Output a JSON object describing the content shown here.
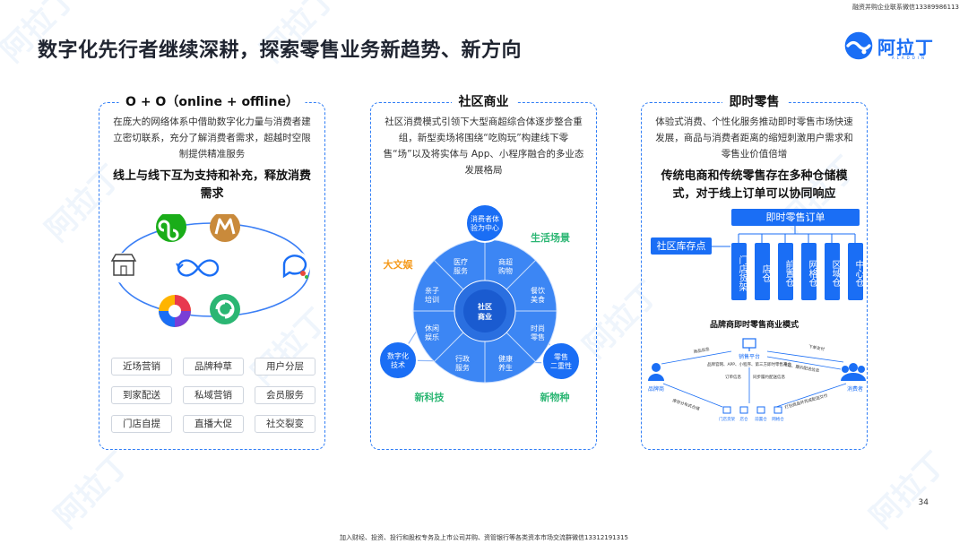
{
  "top_note": "融资并购企业联系微信13389986113",
  "title": "数字化先行者继续深耕，探索零售业务新趋势、新方向",
  "logo": {
    "text": "阿拉丁",
    "sub": "ALADDIN"
  },
  "watermark": "阿拉丁",
  "panels": {
    "o2o": {
      "title": "O + O（online + offline）",
      "desc": "在庞大的网络体系中借助数字化力量与消费者建立密切联系，充分了解消费者需求，超越时空限制提供精准服务",
      "strong": "线上与线下互为支持和补充，释放消费需求",
      "tags": [
        "近场营销",
        "品牌种草",
        "用户分层",
        "到家配送",
        "私域营销",
        "会员服务",
        "门店自提",
        "直播大促",
        "社交裂变"
      ]
    },
    "community": {
      "title": "社区商业",
      "desc": "社区消费模式引领下大型商超综合体逐步整合重组，新型卖场将围绕“吃购玩”构建线下零售“场”以及将实体与 App、小程序融合的多业态发展格局",
      "center": "社区商业",
      "top_node": "消费者体验为中心",
      "left_node": "数字化技术",
      "right_node": "零售二重性",
      "segments": [
        "医疗服务",
        "商超购物",
        "餐饮美食",
        "时尚零售",
        "健康养生",
        "行政服务",
        "休闲娱乐",
        "亲子培训"
      ],
      "labels": {
        "top_right": "生活场景",
        "left": "大文娱",
        "bottom_left": "新科技",
        "bottom_right": "新物种"
      }
    },
    "instant": {
      "title": "即时零售",
      "desc": "体验式消费、个性化服务推动即时零售市场快速发展，商品与消费者距离的缩短刺激用户需求和零售业价值倍增",
      "strong": "传统电商和传统零售存在多种仓储模式，对于线上订单可以协同响应",
      "order_title": "即时零售订单",
      "stock_label": "社区库存点",
      "warehouses": [
        "门店货架",
        "店仓",
        "前置仓",
        "网格仓",
        "区域仓",
        "中心仓"
      ],
      "model_title": "品牌商即时零售商业模式",
      "model": {
        "brand": "品牌商",
        "consumer": "消费者",
        "platform": "销售平台",
        "platform_desc": "品牌官网、APP、小程序、第三方即时零售平台",
        "flow_top_left": "商品信息",
        "flow_top_right_1": "下单支付",
        "flow_top_right_2": "商品、履约配送信息",
        "flow_mid": "订单信息",
        "flow_mid_2": "同步履约配送信息",
        "flow_bottom_left": "库存分布式仓储",
        "flow_bottom_right": "打包商品并完成配送交付",
        "nodes": [
          "门店货架",
          "店仓",
          "前置仓",
          "网格仓"
        ]
      }
    }
  },
  "page_number": "34",
  "footer": "加入财经、投资、投行和股权专务及上市公司并购、资管银行等各类资本市场交流群微信13312191315"
}
